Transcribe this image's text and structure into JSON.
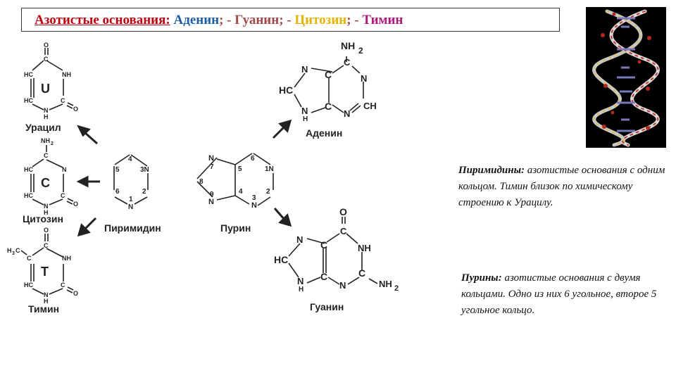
{
  "title": {
    "label": "Азотистые основания:",
    "adenine": "Аденин",
    "sep1": "; - ",
    "guanine": "Гуанин",
    "sep2": "; - ",
    "cytosine": "Цитозин",
    "sep3": "; - ",
    "thymine": "Тимин"
  },
  "structures": {
    "uracil": {
      "name": "Урацил",
      "letter": "U",
      "atoms": [
        "O",
        "C",
        "HC",
        "NH",
        "HC",
        "C",
        "O",
        "N",
        "H"
      ]
    },
    "cytosine": {
      "name": "Цитозин",
      "letter": "C",
      "atoms": [
        "NH",
        "2",
        "C",
        "HC",
        "N",
        "HC",
        "C",
        "O",
        "N",
        "H"
      ]
    },
    "thymine": {
      "name": "Тимин",
      "letter": "T",
      "atoms": [
        "O",
        "C",
        "H",
        "3",
        "C",
        "C",
        "NH",
        "HC",
        "C",
        "O",
        "N",
        "H"
      ]
    },
    "pyrimidine": {
      "name": "Пиримидин",
      "numbers": [
        "4",
        "5",
        "3N",
        "6",
        "2",
        "1",
        "N"
      ]
    },
    "purine": {
      "name": "Пурин",
      "numbers": [
        "N",
        "7",
        "6",
        "5",
        "1N",
        "8",
        "9",
        "N",
        "4",
        "3",
        "N",
        "2"
      ]
    },
    "adenine": {
      "name": "Аденин",
      "atoms": [
        "NH",
        "2",
        "C",
        "N",
        "C",
        "N",
        "HC",
        "N",
        "C",
        "N",
        "CH",
        "H"
      ]
    },
    "guanine": {
      "name": "Гуанин",
      "atoms": [
        "O",
        "C",
        "N",
        "C",
        "NH",
        "HC",
        "N",
        "C",
        "N",
        "C",
        "NH",
        "2",
        "H"
      ]
    }
  },
  "notes": {
    "pyrimidines": {
      "label": "Пиримидины:",
      "text": " азотистые основания с одним кольцом. Тимин близок по химическому строению к Урацилу."
    },
    "purines": {
      "label": "Пурины:",
      "text": " азотистые основания с двумя кольцами. Одно из них 6 угольное, второе 5 угольное кольцо."
    }
  }
}
